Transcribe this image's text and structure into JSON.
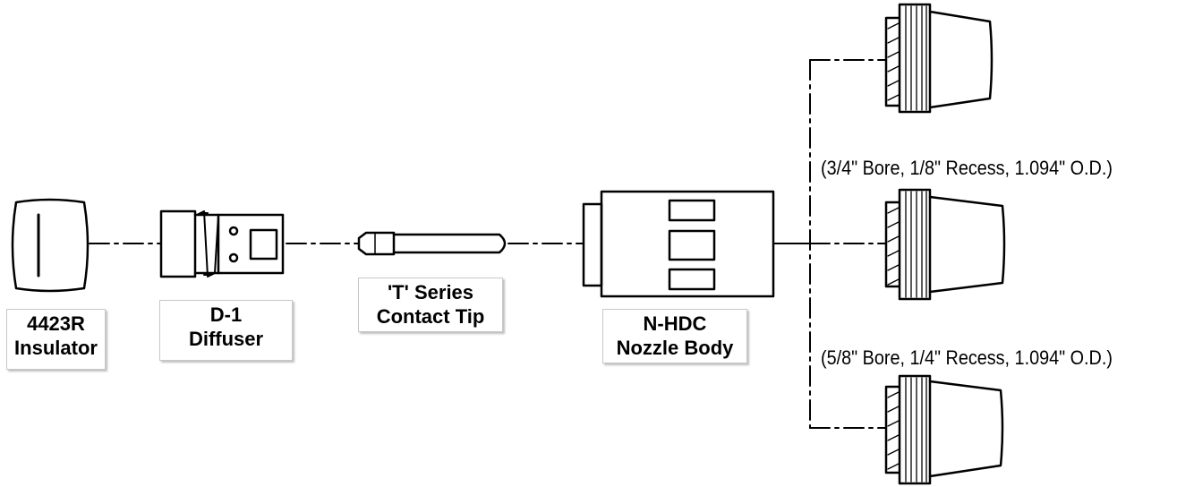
{
  "labels": {
    "insulator": {
      "line1": "4423R",
      "line2": "Insulator"
    },
    "diffuser": {
      "line1": "D-1",
      "line2": "Diffuser"
    },
    "contact_tip": {
      "line1": "'T' Series",
      "line2": "Contact Tip"
    },
    "nozzle_body": {
      "line1": "N-HDC",
      "line2": "Nozzle Body"
    }
  },
  "specs": {
    "upper": "(3/4\" Bore, 1/8\" Recess, 1.094\" O.D.)",
    "lower": "(5/8\" Bore, 1/4\" Recess, 1.094\" O.D.)"
  },
  "colors": {
    "line": "#000000",
    "label_border": "#c8c8c8"
  }
}
